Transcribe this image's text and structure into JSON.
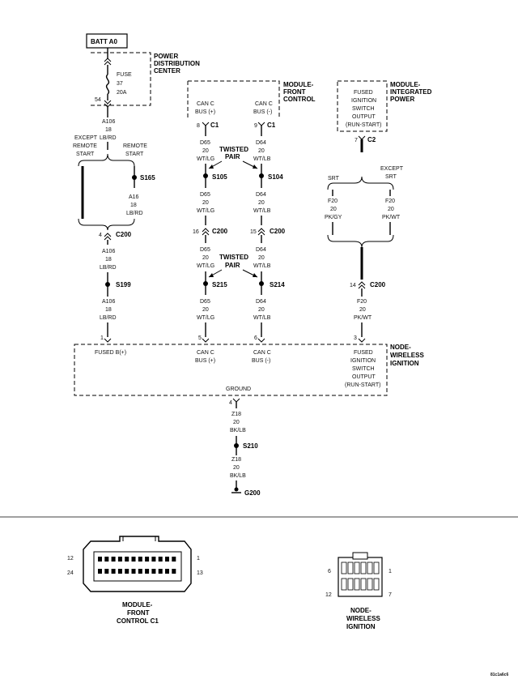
{
  "batt": "BATT A0",
  "pdc": {
    "l1": "POWER",
    "l2": "DISTRIBUTION",
    "l3": "CENTER",
    "fuse": "FUSE",
    "fuse_num": "37",
    "fuse_amp": "20A",
    "pin": "54"
  },
  "fcm": {
    "l1": "MODULE-",
    "l2": "FRONT",
    "l3": "CONTROL",
    "pin1_a": "CAN C",
    "pin1_b": "BUS (+)",
    "pin2_a": "CAN C",
    "pin2_b": "BUS (-)",
    "c1": "C1",
    "p8": "8",
    "p9": "9"
  },
  "tipm": {
    "l1": "MODULE-",
    "l2": "INTEGRATED",
    "l3": "POWER",
    "o1": "FUSED",
    "o2": "IGNITION",
    "o3": "SWITCH",
    "o4": "OUTPUT",
    "o5": "(RUN-START)",
    "pin": "7",
    "conn": "C2"
  },
  "wire_a106": {
    "c": "A106",
    "g": "18",
    "col": "LB/RD"
  },
  "except_remote": {
    "l1": "EXCEPT",
    "l2": "REMOTE",
    "l3": "START"
  },
  "remote": {
    "l1": "REMOTE",
    "l2": "START"
  },
  "s165": "S165",
  "wire_a16": {
    "c": "A16",
    "g": "18",
    "col": "LB/RD"
  },
  "c200": "C200",
  "c200_pin_left": "4",
  "s199": "S199",
  "d65": {
    "c": "D65",
    "g": "20",
    "col": "WT/LG"
  },
  "d64": {
    "c": "D64",
    "g": "20",
    "col": "WT/LB"
  },
  "twisted": {
    "l1": "TWISTED",
    "l2": "PAIR"
  },
  "s105": "S105",
  "s104": "S104",
  "p16": "16",
  "p15": "15",
  "s215": "S215",
  "s214": "S214",
  "srt": "SRT",
  "except_srt": {
    "l1": "EXCEPT",
    "l2": "SRT"
  },
  "f20_left": {
    "c": "F20",
    "g": "20",
    "col": "PK/GY"
  },
  "f20_right": {
    "c": "F20",
    "g": "20",
    "col": "PK/WT"
  },
  "p14": "14",
  "win": {
    "l1": "NODE-",
    "l2": "WIRELESS",
    "l3": "IGNITION",
    "p1": "1",
    "p5": "5",
    "p6": "6",
    "p3": "3",
    "fused_b": "FUSED B(+)",
    "can_a": "CAN C",
    "can_b_plus": "BUS (+)",
    "can_b_minus": "BUS (-)",
    "o1": "FUSED",
    "o2": "IGNITION",
    "o3": "SWITCH",
    "o4": "OUTPUT",
    "o5": "(RUN-START)",
    "ground": "GROUND",
    "gpin": "4"
  },
  "z18": {
    "c": "Z18",
    "g": "20",
    "col": "BK/LB"
  },
  "s210": "S210",
  "g200": "G200",
  "conn_fcm": {
    "l1": "MODULE-",
    "l2": "FRONT",
    "l3": "CONTROL C1",
    "n12": "12",
    "n1": "1",
    "n24": "24",
    "n13": "13"
  },
  "conn_win": {
    "l1": "NODE-",
    "l2": "WIRELESS",
    "l3": "IGNITION",
    "n6": "6",
    "n1": "1",
    "n12": "12",
    "n7": "7"
  },
  "doc_id": "81c1a6c6"
}
